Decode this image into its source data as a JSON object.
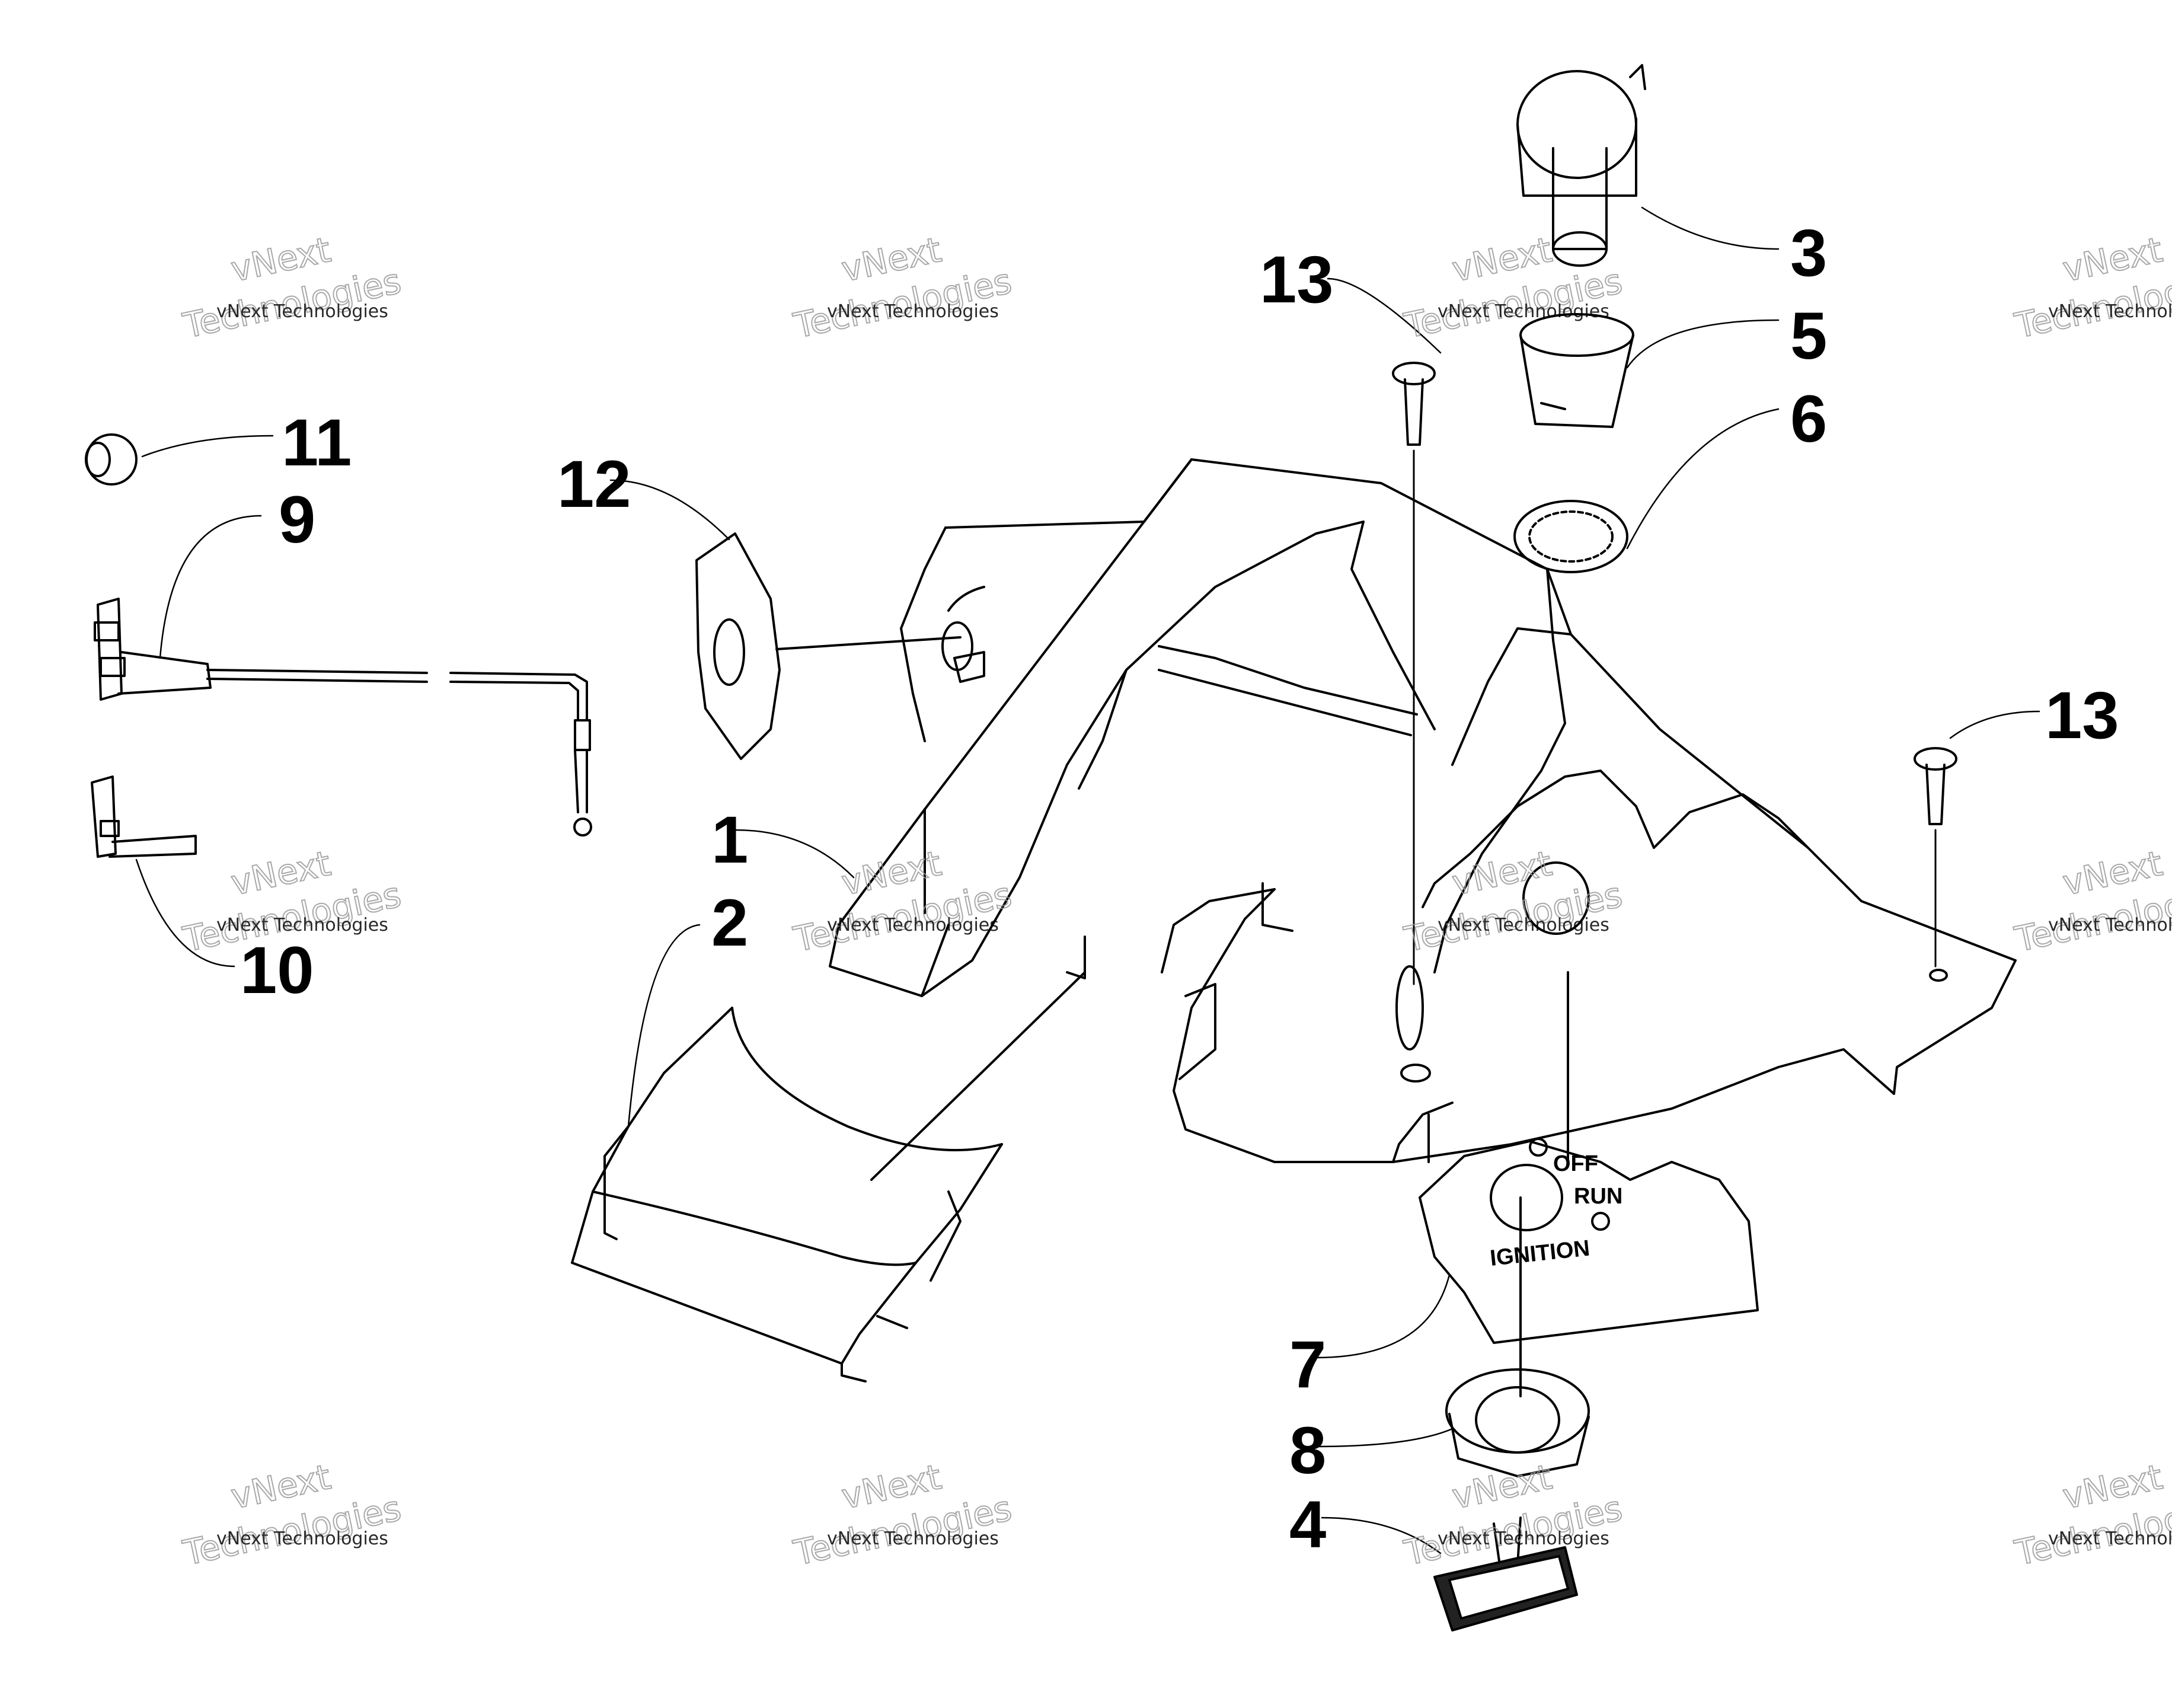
{
  "callouts": {
    "c1": "1",
    "c2": "2",
    "c3": "3",
    "c4": "4",
    "c5": "5",
    "c6": "6",
    "c7": "7",
    "c8": "8",
    "c9": "9",
    "c10": "10",
    "c11": "11",
    "c12": "12",
    "c13a": "13",
    "c13b": "13"
  },
  "ignition_plate": {
    "off": "OFF",
    "run": "RUN",
    "ignition": "IGNITION"
  },
  "watermark": {
    "line1": "vNext Technologies",
    "line2": "vNext",
    "line3": "Technologies"
  }
}
